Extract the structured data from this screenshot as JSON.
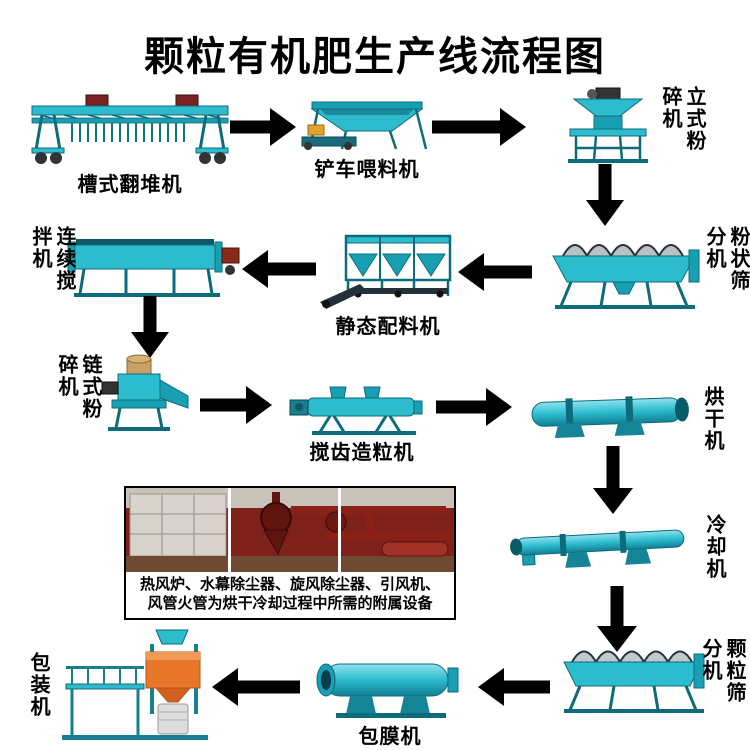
{
  "title": "颗粒有机肥生产线流程图",
  "colors": {
    "machine_teal": "#2cbccd",
    "machine_teal_dark": "#0e6b7c",
    "arrow_black": "#000000",
    "packing_orange": "#e8762a",
    "inset_maroon": "#7e211a"
  },
  "machines": {
    "trough_turner": {
      "label": "槽式翻堆机"
    },
    "loader_feeder": {
      "label": "铲车喂料机"
    },
    "vertical_crusher": {
      "label": "立式粉碎机"
    },
    "powder_screener": {
      "label": "粉状筛分机"
    },
    "static_batcher": {
      "label": "静态配料机"
    },
    "continuous_mixer": {
      "label": "连续搅拌机"
    },
    "chain_crusher": {
      "label": "链式粉碎机"
    },
    "tooth_granulator": {
      "label": "搅齿造粒机"
    },
    "dryer": {
      "label": "烘干机"
    },
    "cooler": {
      "label": "冷却机"
    },
    "granule_screener": {
      "label": "颗粒筛分机"
    },
    "coating_machine": {
      "label": "包膜机"
    },
    "packing_machine": {
      "label": "包装机"
    }
  },
  "flow_sequence": [
    "槽式翻堆机",
    "铲车喂料机",
    "立式粉碎机",
    "粉状筛分机",
    "静态配料机",
    "连续搅拌机",
    "链式粉碎机",
    "搅齿造粒机",
    "烘干机",
    "冷却机",
    "颗粒筛分机",
    "包膜机",
    "包装机"
  ],
  "inset": {
    "caption_line1": "热风炉、水幕除尘器、旋风除尘器、引风机、",
    "caption_line2": "风管火管为烘干冷却过程中所需的附属设备"
  }
}
